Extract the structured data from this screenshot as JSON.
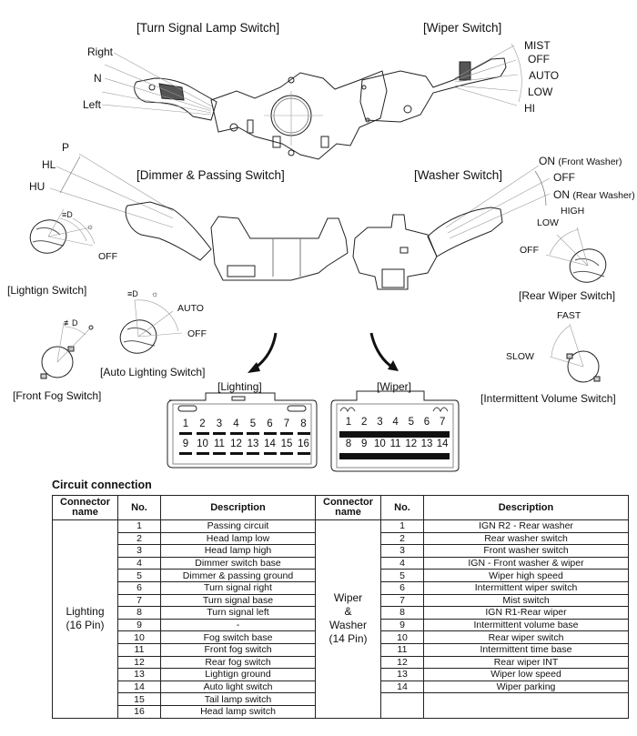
{
  "switches": {
    "turn_signal": {
      "title": "[Turn Signal Lamp Switch]",
      "positions": [
        "Right",
        "N",
        "Left"
      ]
    },
    "wiper": {
      "title": "[Wiper Switch]",
      "positions": [
        "MIST",
        "OFF",
        "AUTO",
        "LOW",
        "HI"
      ]
    },
    "dimmer_passing": {
      "title": "[Dimmer & Passing Switch]",
      "positions": [
        "P",
        "HL",
        "HU"
      ]
    },
    "washer": {
      "title": "[Washer Switch]",
      "positions": [
        {
          "label": "ON",
          "note": "(Front Washer)"
        },
        {
          "label": "OFF",
          "note": ""
        },
        {
          "label": "ON",
          "note": "(Rear Washer)"
        }
      ]
    },
    "lighting": {
      "title": "[Lightign Switch]",
      "positions": [
        "OFF"
      ],
      "icons": [
        "headlamp-icon",
        "tail-lamp-icon"
      ]
    },
    "auto_lighting": {
      "title": "[Auto Lighting Switch]",
      "positions": [
        "AUTO",
        "OFF"
      ],
      "icons": [
        "headlamp-icon",
        "tail-lamp-icon"
      ]
    },
    "front_fog": {
      "title": "[Front Fog Switch]",
      "icons": [
        "fog-lamp-icon",
        "off-circle-icon"
      ]
    },
    "rear_wiper": {
      "title": "[Rear Wiper Switch]",
      "positions": [
        "HIGH",
        "LOW",
        "OFF"
      ]
    },
    "intermittent_volume": {
      "title": "[Intermittent Volume Switch]",
      "positions": [
        "FAST",
        "SLOW"
      ]
    }
  },
  "connectors": {
    "lighting": {
      "title": "[Lighting]",
      "row1": [
        "1",
        "2",
        "3",
        "4",
        "5",
        "6",
        "7",
        "8"
      ],
      "row2": [
        "9",
        "10",
        "11",
        "12",
        "13",
        "14",
        "15",
        "16"
      ]
    },
    "wiper": {
      "title": "[Wiper]",
      "row1": [
        "1",
        "2",
        "3",
        "4",
        "5",
        "6",
        "7"
      ],
      "row2": [
        "8",
        "9",
        "10",
        "11",
        "12",
        "13",
        "14"
      ]
    }
  },
  "circuit_connection": {
    "title": "Circuit connection",
    "headers": {
      "connector_name": "Connector name",
      "no": "No.",
      "description": "Description"
    },
    "lighting": {
      "name_line1": "Lighting",
      "name_line2": "(16 Pin)",
      "rows": [
        {
          "no": "1",
          "desc": "Passing circuit"
        },
        {
          "no": "2",
          "desc": "Head lamp low"
        },
        {
          "no": "3",
          "desc": "Head lamp high"
        },
        {
          "no": "4",
          "desc": "Dimmer switch base"
        },
        {
          "no": "5",
          "desc": "Dimmer & passing ground"
        },
        {
          "no": "6",
          "desc": "Turn signal right"
        },
        {
          "no": "7",
          "desc": "Turn signal base"
        },
        {
          "no": "8",
          "desc": "Turn signal left"
        },
        {
          "no": "9",
          "desc": "-"
        },
        {
          "no": "10",
          "desc": "Fog switch base"
        },
        {
          "no": "11",
          "desc": "Front fog switch"
        },
        {
          "no": "12",
          "desc": "Rear fog switch"
        },
        {
          "no": "13",
          "desc": "Lightign ground"
        },
        {
          "no": "14",
          "desc": "Auto light switch"
        },
        {
          "no": "15",
          "desc": "Tail lamp switch"
        },
        {
          "no": "16",
          "desc": "Head lamp switch"
        }
      ]
    },
    "wiper": {
      "name_line1": "Wiper",
      "name_line2": "&",
      "name_line3": "Washer",
      "name_line4": "(14 Pin)",
      "rows": [
        {
          "no": "1",
          "desc": "IGN R2 - Rear washer"
        },
        {
          "no": "2",
          "desc": "Rear washer switch"
        },
        {
          "no": "3",
          "desc": "Front washer switch"
        },
        {
          "no": "4",
          "desc": "IGN - Front washer & wiper"
        },
        {
          "no": "5",
          "desc": "Wiper high speed"
        },
        {
          "no": "6",
          "desc": "Intermittent wiper switch"
        },
        {
          "no": "7",
          "desc": "Mist switch"
        },
        {
          "no": "8",
          "desc": "IGN R1-Rear wiper"
        },
        {
          "no": "9",
          "desc": "Intermittent volume base"
        },
        {
          "no": "10",
          "desc": "Rear wiper switch"
        },
        {
          "no": "11",
          "desc": "Intermittent time base"
        },
        {
          "no": "12",
          "desc": "Rear wiper INT"
        },
        {
          "no": "13",
          "desc": "Wiper low speed"
        },
        {
          "no": "14",
          "desc": "Wiper parking"
        }
      ]
    }
  }
}
